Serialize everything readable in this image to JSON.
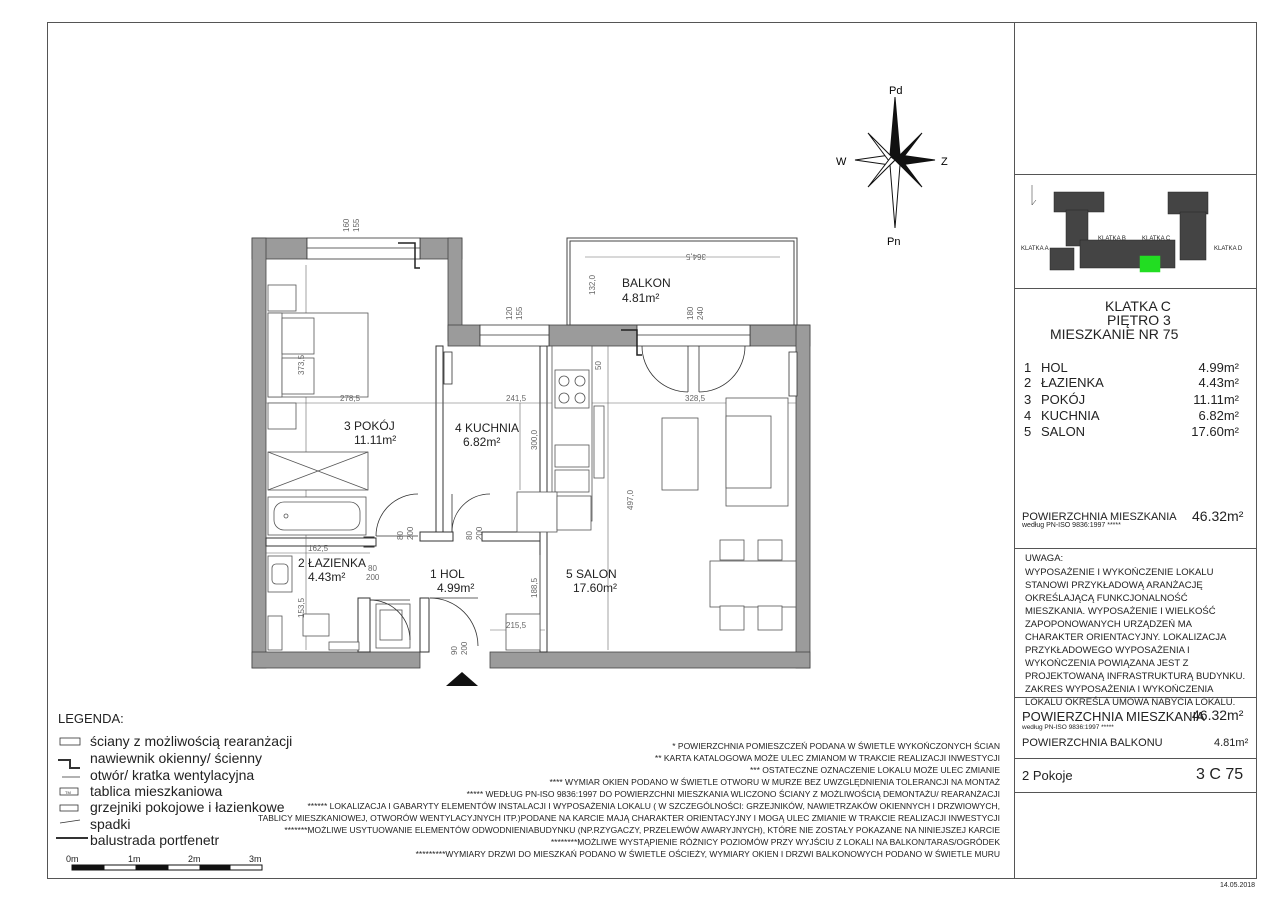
{
  "compass": {
    "north": "Pd",
    "south": "Pn",
    "west": "W",
    "east": "Z"
  },
  "rooms": [
    {
      "num": "3",
      "name": "POKÓJ",
      "area": "11.11m²"
    },
    {
      "num": "4",
      "name": "KUCHNIA",
      "area": "6.82m²"
    },
    {
      "num": "2",
      "name": "ŁAZIENKA",
      "area": "4.43m²"
    },
    {
      "num": "1",
      "name": "HOL",
      "area": "4.99m²"
    },
    {
      "num": "5",
      "name": "SALON",
      "area": "17.60m²"
    }
  ],
  "balcony": {
    "name": "BALKON",
    "area": "4.81m²"
  },
  "dimensions": {
    "d160": "160",
    "d155a": "155",
    "d120": "120",
    "d155b": "155",
    "d180": "180",
    "d240": "240",
    "d364_5": "364,5",
    "d132": "132,0",
    "d373_5": "373,5",
    "d278_5": "278,5",
    "d241_5": "241,5",
    "d328_5": "328,5",
    "d300": "300,0",
    "d497": "497,0",
    "d162_5": "162,5",
    "d80a": "80",
    "d200a": "200",
    "d80b": "80",
    "d200b": "200",
    "d80c": "80",
    "d200c": "200",
    "d188_5": "188,5",
    "d153_5": "153,5",
    "d215_5": "215,5",
    "d90": "90",
    "d200d": "200",
    "d50": "50"
  },
  "key_plan": {
    "labels": [
      "KLATKA A",
      "KLATKA B",
      "KLATKA C",
      "KLATKA D"
    ],
    "highlight_color": "#22dd22"
  },
  "apartment": {
    "title_lines": [
      "KLATKA C",
      "PIĘTRO 3",
      "MIESZKANIE NR 75"
    ],
    "rooms": [
      {
        "num": "1",
        "name": "HOL",
        "area": "4.99m²"
      },
      {
        "num": "2",
        "name": "ŁAZIENKA",
        "area": "4.43m²"
      },
      {
        "num": "3",
        "name": "POKÓJ",
        "area": "11.11m²"
      },
      {
        "num": "4",
        "name": "KUCHNIA",
        "area": "6.82m²"
      },
      {
        "num": "5",
        "name": "SALON",
        "area": "17.60m²"
      }
    ],
    "total_label": "POWIERZCHNIA MIESZKANIA",
    "total_sub": "według PN-ISO 9836:1997 *****",
    "total_area": "46.32m²",
    "uwaga_title": "UWAGA:",
    "uwaga_text": "WYPOSAŻENIE I WYKOŃCZENIE LOKALU STANOWI PRZYKŁADOWĄ ARANŻACJĘ OKREŚLAJĄCĄ FUNKCJONALNOŚĆ MIESZKANIA. WYPOSAŻENIE I WIELKOŚĆ ZAPOPONOWANYCH URZĄDZEŃ MA CHARAKTER ORIENTACYJNY. LOKALIZACJA PRZYKŁADOWEGO WYPOSAŻENIA I WYKOŃCZENIA POWIĄZANA JEST Z PROJEKTOWANĄ INFRASTRUKTURĄ BUDYNKU. ZAKRES WYPOSAŻENIA I WYKOŃCZENIA LOKALU OKREŚLA UMOWA NABYCIA LOKALU.",
    "total2_label": "POWIERZCHNIA MIESZKANIA",
    "total2_sub": "według PN-ISO 9836:1997  *****",
    "total2_area": "46.32m²",
    "balcony_label": "POWIERZCHNIA BALKONU",
    "balcony_area": "4.81m²",
    "rooms_count": "2 Pokoje",
    "code": "3 C 75",
    "date": "14.05.2018"
  },
  "legend": {
    "title": "LEGENDA:",
    "items": [
      "ściany z możliwością rearanżacji",
      "nawiewnik okienny/ ścienny",
      "otwór/ kratka wentylacyjna",
      "tablica mieszkaniowa",
      "grzejniki pokojowe i łazienkowe",
      "spadki",
      "balustrada portfenetr"
    ],
    "tablica_mark": "TM"
  },
  "scale": {
    "labels": [
      "0m",
      "1m",
      "2m",
      "3m"
    ]
  },
  "notes": [
    "* POWIERZCHNIA POMIESZCZEŃ PODANA W ŚWIETLE WYKOŃCZONYCH ŚCIAN",
    "** KARTA KATALOGOWA MOŻE ULEC ZMIANOM W TRAKCIE REALIZACJI INWESTYCJI",
    "*** OSTATECZNE OZNACZENIE LOKALU MOŻE ULEC ZMIANIE",
    "**** WYMIAR OKIEN PODANO W ŚWIETLE OTWORU W MURZE BEZ UWZGLĘDNIENIA TOLERANCJI NA MONTAŻ",
    "***** WEDŁUG PN-ISO 9836:1997 DO POWIERZCHNI MIESZKANIA WLICZONO ŚCIANY Z MOŻLIWOŚCIĄ DEMONTAŻU/ REARANŻACJI",
    "****** LOKALIZACJA I GABARYTY ELEMENTÓW INSTALACJI I WYPOSAŻENIA LOKALU ( W SZCZEGÓLNOŚCI: GRZEJNIKÓW, NAWIETRZAKÓW OKIENNYCH I DRZWIOWYCH,",
    "TABLICY MIESZKANIOWEJ, OTWORÓW WENTYLACYJNYCH ITP.)PODANE NA KARCIE MAJĄ CHARAKTER ORIENTACYJNY I MOGĄ ULEC ZMIANIE W TRAKCIE REALIZACJI INWESTYCJI",
    "*******MOŻLIWE USYTUOWANIE ELEMENTÓW ODWODNIENIABUDYNKU (NP.RZYGACZY, PRZELEWÓW AWARYJNYCH), KTÓRE NIE ZOSTAŁY POKAZANE NA NINIEJSZEJ KARCIE",
    "********MOŻLIWE WYSTĄPIENIE RÓŻNICY POZIOMÓW PRZY WYJŚCIU Z LOKALI NA BALKON/TARAS/OGRÓDEK",
    "*********WYMIARY DRZWI DO MIESZKAŃ PODANO W ŚWIETLE OŚCIEŻY, WYMIARY OKIEN I DRZWI BALKONOWYCH PODANO W ŚWIETLE MURU"
  ]
}
